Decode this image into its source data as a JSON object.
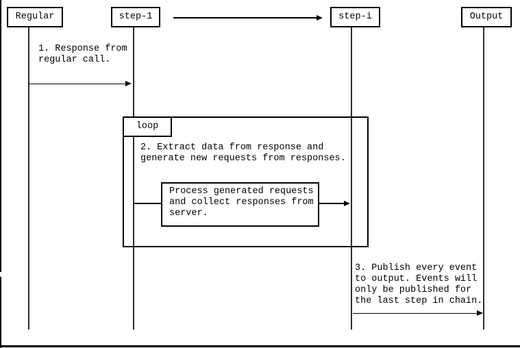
{
  "page": {
    "background": "#ffffff",
    "line_color": "#000000",
    "text_color": "#000000"
  },
  "diagram": {
    "actors": [
      {
        "label": "Regular"
      },
      {
        "label": "step-1"
      },
      {
        "label": "step-i"
      },
      {
        "label": "Output"
      }
    ],
    "loop": {
      "label": "loop"
    },
    "messages": {
      "m1": "1. Response from\nregular call.",
      "m2": "2. Extract data from response and\ngenerate new requests from responses.",
      "process_box": "Process generated requests\nand collect responses from\nserver.",
      "m3": "3. Publish every event\nto output. Events will\nonly be published for\nthe last step in chain."
    }
  }
}
